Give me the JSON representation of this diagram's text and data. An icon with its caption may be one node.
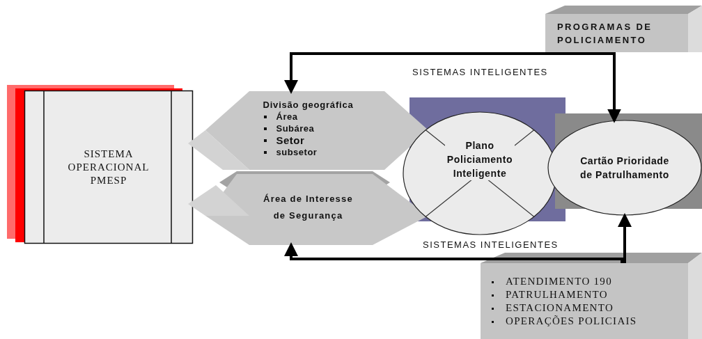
{
  "diagram": {
    "nodes": [
      {
        "text": [
          "SISTEMA OPERACIONAL PMESP"
        ]
      },
      {
        "text": [
          "Divisão geográfica",
          "Área",
          "Subárea",
          "Setor",
          "subsetor"
        ]
      },
      {
        "text": [
          "Área de Interesse de Segurança"
        ]
      },
      {
        "text": [
          "PROGRAMAS DE POLICIAMENTO"
        ]
      },
      {
        "text": [
          "Plano Policiamento Inteligente"
        ]
      },
      {
        "text": [
          "Cartão Prioridade de Patrulhamento"
        ]
      },
      {
        "text": [
          "ATENDIMENTO 190",
          "PATRULHAMENTO",
          "ESTACIONAMENTO",
          "OPERAÇÕES POLICIAIS"
        ]
      }
    ],
    "edges": [
      {
        "from": 3,
        "to": 1,
        "arrow": "to"
      },
      {
        "from": 3,
        "to": 5,
        "arrow": "to"
      },
      {
        "from": 6,
        "to": 2,
        "arrow": "to"
      },
      {
        "from": 6,
        "to": 5,
        "arrow": "to"
      }
    ],
    "labels": [
      "SISTEMAS INTELIGENTES",
      "SISTEMAS INTELIGENTES"
    ]
  }
}
